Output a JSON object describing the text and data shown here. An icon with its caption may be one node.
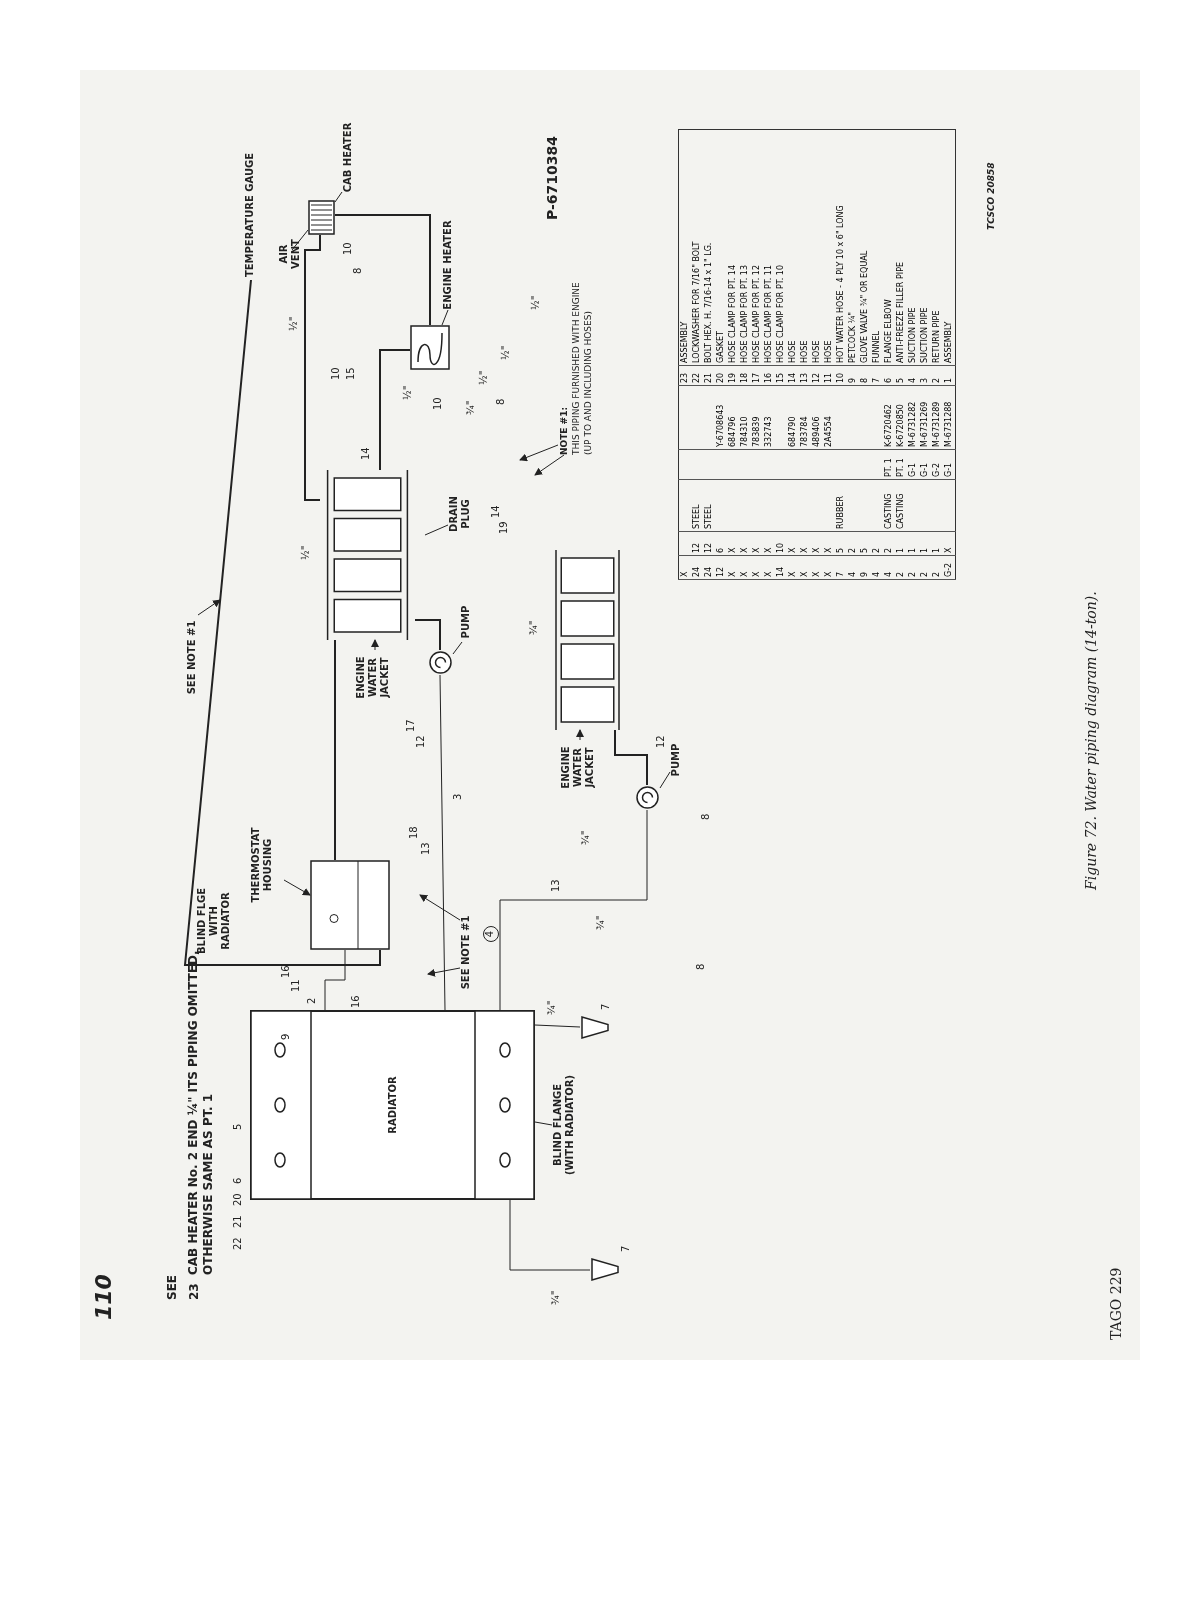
{
  "diagram": {
    "caption": "Figure 72. Water piping diagram (14-ton).",
    "nodes": [
      {
        "text": [
          "RADIATOR"
        ]
      },
      {
        "text": [
          "THERMOSTAT HOUSING"
        ]
      },
      {
        "text": [],
        "shape": "box"
      },
      {
        "text": [
          "ENGINE WATER JACKET"
        ]
      },
      {
        "text": [],
        "shape": "box"
      },
      {
        "text": [
          "PUMP"
        ]
      },
      {
        "text": [],
        "shape": "circle"
      },
      {
        "text": [
          "DRAIN PLUG"
        ]
      },
      {
        "text": [
          "ENGINE WATER JACKET"
        ]
      },
      {
        "text": [],
        "shape": "box"
      },
      {
        "text": [
          "PUMP"
        ]
      },
      {
        "text": [],
        "shape": "circle"
      },
      {
        "text": [
          "ENGINE HEATER"
        ]
      },
      {
        "text": [],
        "shape": "box"
      },
      {
        "text": [
          "AIR VENT"
        ]
      },
      {
        "text": [
          "CAB HEATER"
        ]
      },
      {
        "text": [],
        "shape": "box"
      },
      {
        "text": [
          "TEMPERATURE GAUGE"
        ]
      },
      {
        "text": [
          "SEE NOTE #1"
        ]
      },
      {
        "text": [
          "SEE NOTE #1"
        ]
      },
      {
        "text": [
          "NOTE #1:",
          "THIS PIPING FURNISHED WITH ENGINE (UP TO AND INCLUDING HOSES)"
        ]
      },
      {
        "text": [
          "BLIND FLANGE (WITH RADIATOR)"
        ]
      },
      {
        "text": [],
        "shape": "funnel"
      },
      {
        "text": [],
        "shape": "funnel"
      }
    ],
    "edges": [
      {
        "from": 1,
        "to": 2,
        "arrow": "to"
      },
      {
        "from": 3,
        "to": 4,
        "arrow": "to"
      },
      {
        "from": 5,
        "to": 6,
        "arrow": "none"
      },
      {
        "from": 7,
        "to": null,
        "arrow": "none"
      },
      {
        "from": 8,
        "to": 9,
        "arrow": "to"
      },
      {
        "from": 10,
        "to": 11,
        "arrow": "none"
      },
      {
        "from": 12,
        "to": 13,
        "arrow": "none"
      },
      {
        "from": 14,
        "to": 16,
        "arrow": "none"
      },
      {
        "from": 15,
        "to": 16,
        "arrow": "none"
      },
      {
        "from": 2,
        "to": 17,
        "arrow": "none"
      },
      {
        "from": 18,
        "to": null,
        "arrow": "to"
      },
      {
        "from": 19,
        "to": null,
        "arrow": "to"
      },
      {
        "from": 19,
        "to": null,
        "arrow": "to"
      },
      {
        "from": 20,
        "to": null,
        "arrow": "to"
      },
      {
        "from": 20,
        "to": null,
        "arrow": "to"
      },
      {
        "from": 21,
        "to": 0,
        "arrow": "none"
      },
      {
        "from": 0,
        "to": 2,
        "arrow": "none"
      },
      {
        "from": 2,
        "to": 4,
        "arrow": "none"
      },
      {
        "from": 0,
        "to": 6,
        "arrow": "none"
      },
      {
        "from": 0,
        "to": 11,
        "arrow": "none"
      },
      {
        "from": 6,
        "to": 4,
        "arrow": "none"
      },
      {
        "from": 11,
        "to": 9,
        "arrow": "none"
      },
      {
        "from": 4,
        "to": 13,
        "arrow": "none"
      },
      {
        "from": 4,
        "to": 16,
        "arrow": "none"
      },
      {
        "from": 13,
        "to": 16,
        "arrow": "none"
      },
      {
        "from": 0,
        "to": 22,
        "arrow": "none"
      },
      {
        "from": 0,
        "to": 23,
        "arrow": "none"
      }
    ],
    "labels": [
      "110",
      "SEE",
      "23",
      "CAB HEATER No. 2 END ¼\" ITS PIPING OMITTED, OTHERWISE SAME AS PT. 1",
      "BLIND FLGE WITH RADIATOR",
      "22",
      "21",
      "20",
      "6",
      "5",
      "9",
      "2",
      "11",
      "16",
      "16",
      "3",
      "4",
      "13",
      "18",
      "13",
      "12",
      "8",
      "8",
      "12",
      "17",
      "14",
      "19",
      "14",
      "10",
      "10",
      "15",
      "10",
      "8",
      "8",
      "¾\"",
      "¾\"",
      "¾\"",
      "¾\"",
      "¾\"",
      "½\"",
      "½\"",
      "½\"",
      "¾\"",
      "½\"",
      "½\"",
      "½\"",
      "7",
      "7",
      "P-6710384",
      "X",
      "23",
      "ASSEMBLY",
      "24",
      "12",
      "STEEL",
      "22",
      "LOCKWASHER FOR 7/16\" BOLT",
      "24",
      "12",
      "STEEL",
      "21",
      "BOLT HEX. H. 7/16-14 x 1\" LG.",
      "12",
      "6",
      "Y-6708643",
      "20",
      "GASKET",
      "X",
      "X",
      "684796",
      "19",
      "HOSE CLAMP FOR PT. 14",
      "X",
      "X",
      "784310",
      "18",
      "HOSE CLAMP FOR PT. 13",
      "X",
      "X",
      "783839",
      "17",
      "HOSE CLAMP FOR PT. 12",
      "X",
      "X",
      "332743",
      "16",
      "HOSE CLAMP FOR PT. 11",
      "14",
      "10",
      "15",
      "HOSE CLAMP FOR PT. 10",
      "X",
      "X",
      "684790",
      "14",
      "HOSE",
      "X",
      "X",
      "783784",
      "13",
      "HOSE",
      "X",
      "X",
      "489406",
      "12",
      "HOSE",
      "X",
      "X",
      "2A4554",
      "11",
      "HOSE",
      "7",
      "5",
      "RUBBER",
      "10",
      "HOT WATER HOSE - 4 PLY 10 x 6\" LONG",
      "4",
      "2",
      "9",
      "PETCOCK ¼\"",
      "9",
      "5",
      "8",
      "GLOVE VALVE ¾\" OR EQUAL",
      "4",
      "2",
      "7",
      "FUNNEL",
      "4",
      "2",
      "CASTING",
      "PT. 1",
      "K-6720462",
      "6",
      "FLANGE ELBOW",
      "2",
      "1",
      "CASTING",
      "PT. 1",
      "K-6720850",
      "5",
      "ANTI-FREEZE FILLER PIPE",
      "2",
      "1",
      "G-1",
      "M-6731282",
      "4",
      "SUCTION PIPE",
      "2",
      "1",
      "G-1",
      "M-6731269",
      "3",
      "SUCTION PIPE",
      "2",
      "1",
      "G-2",
      "M-6731289",
      "2",
      "RETURN PIPE",
      "G-2",
      "X",
      "G-1",
      "M-6731288",
      "1",
      "ASSEMBLY",
      "TCSCO 20858",
      "TAGO 229"
    ]
  }
}
